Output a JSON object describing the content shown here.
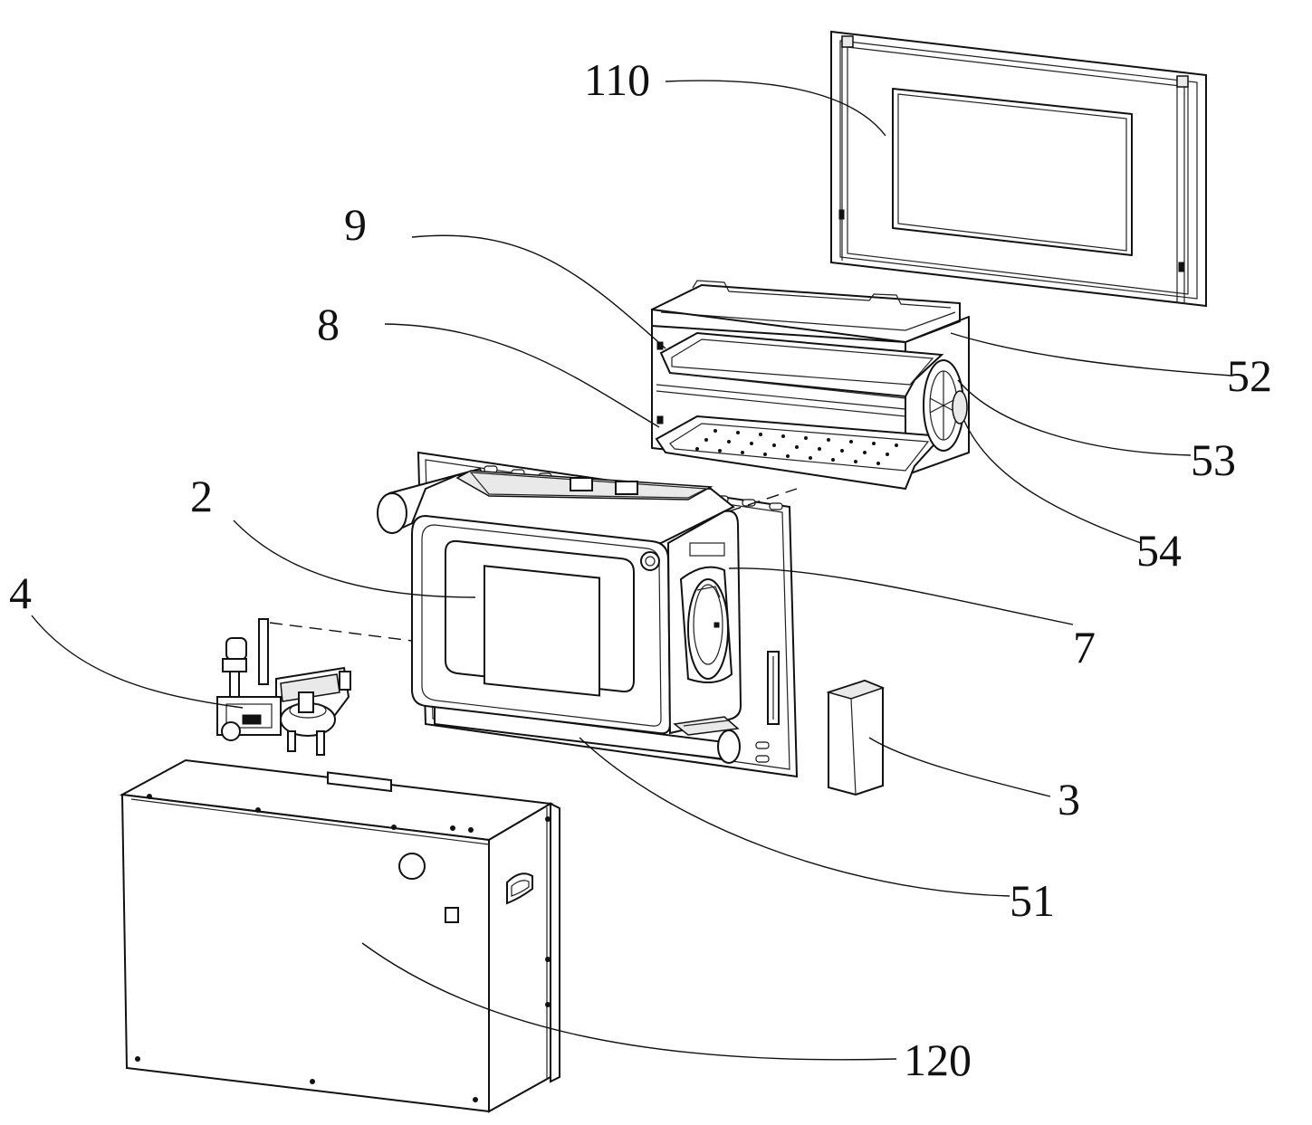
{
  "labels": {
    "l110": "110",
    "l9": "9",
    "l8": "8",
    "l52": "52",
    "l53": "53",
    "l54": "54",
    "l2": "2",
    "l4": "4",
    "l7": "7",
    "l3": "3",
    "l51": "51",
    "l120": "120"
  }
}
